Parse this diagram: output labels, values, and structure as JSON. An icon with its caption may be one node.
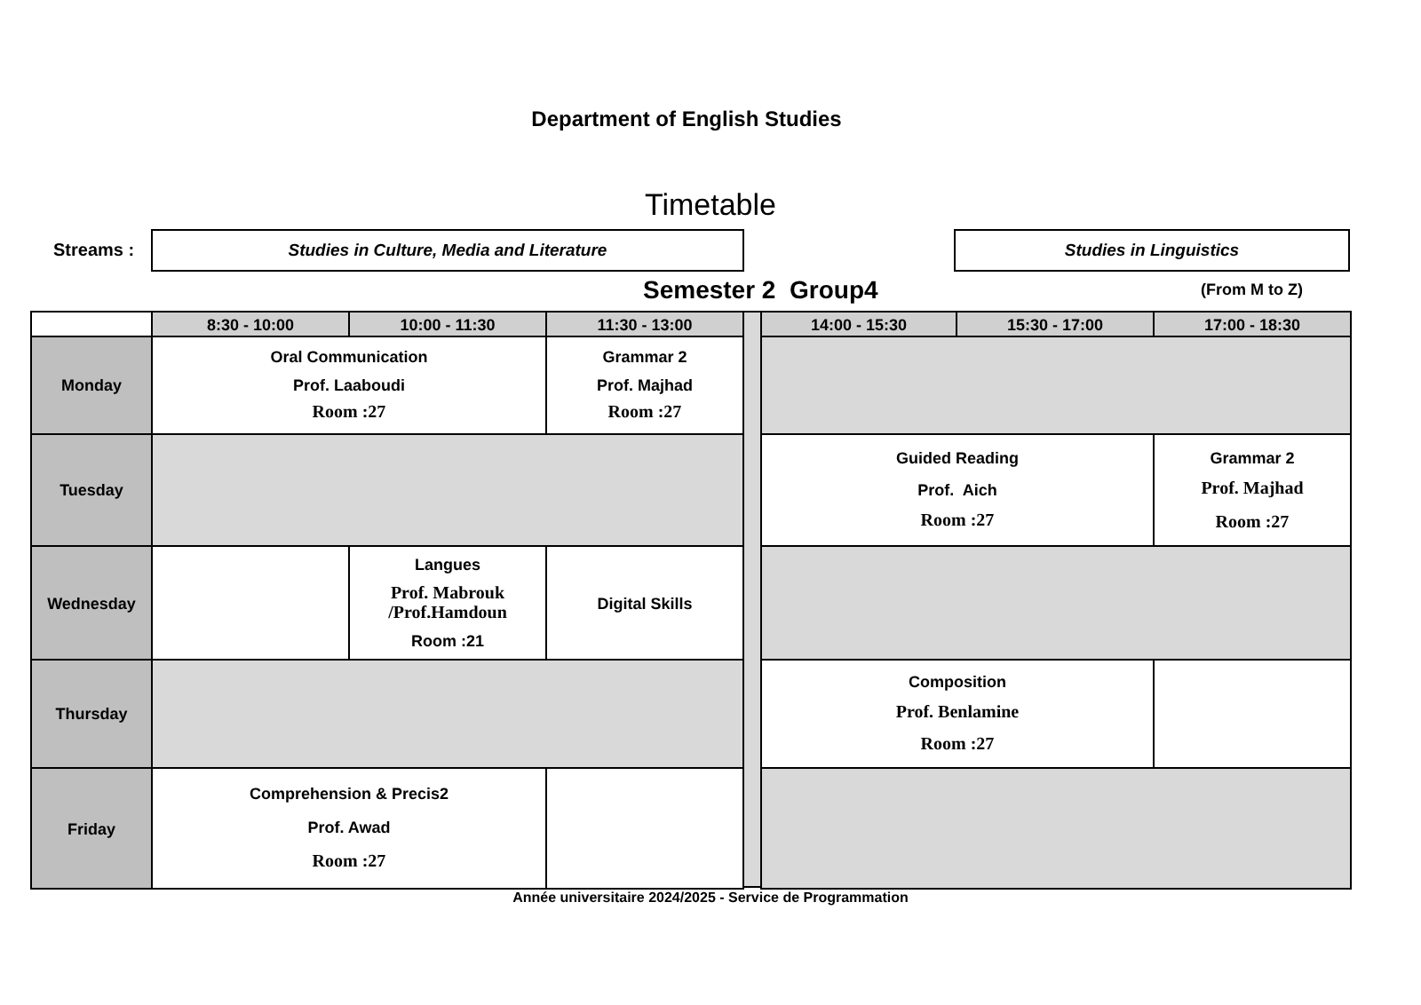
{
  "diagram": {
    "title": "Timetable",
    "caption": "Année universitaire 2024/2025 - Service de Programmation",
    "nodes": [
      {
        "text": [
          "Studies in Culture, Media and Literature"
        ]
      },
      {
        "text": [
          "Studies in Linguistics"
        ]
      }
    ],
    "labels": [
      "Department of English Studies",
      "Streams :",
      "Semester 2  Group4",
      "(From M to Z)",
      "8:30 - 10:00",
      "10:00 - 11:30",
      "11:30 - 13:00",
      "14:00 - 15:30",
      "15:30 - 17:00",
      "17:00 - 18:30",
      "Monday",
      "Oral Communication",
      "Prof. Laaboudi",
      "Room :27",
      "Grammar 2",
      "Prof. Majhad",
      "Room :27",
      "Tuesday",
      "Guided Reading",
      "Prof.  Aich",
      "Room :27",
      "Grammar 2",
      "Prof. Majhad",
      "Room :27",
      "Wednesday",
      "Langues",
      "Prof. Mabrouk /Prof.Hamdoun",
      "Room :21",
      "Digital Skills",
      "Thursday",
      "Composition",
      "Prof. Benlamine",
      "Room :27",
      "Friday",
      "Comprehension & Precis2",
      "Prof. Awad",
      "Room :27"
    ]
  }
}
